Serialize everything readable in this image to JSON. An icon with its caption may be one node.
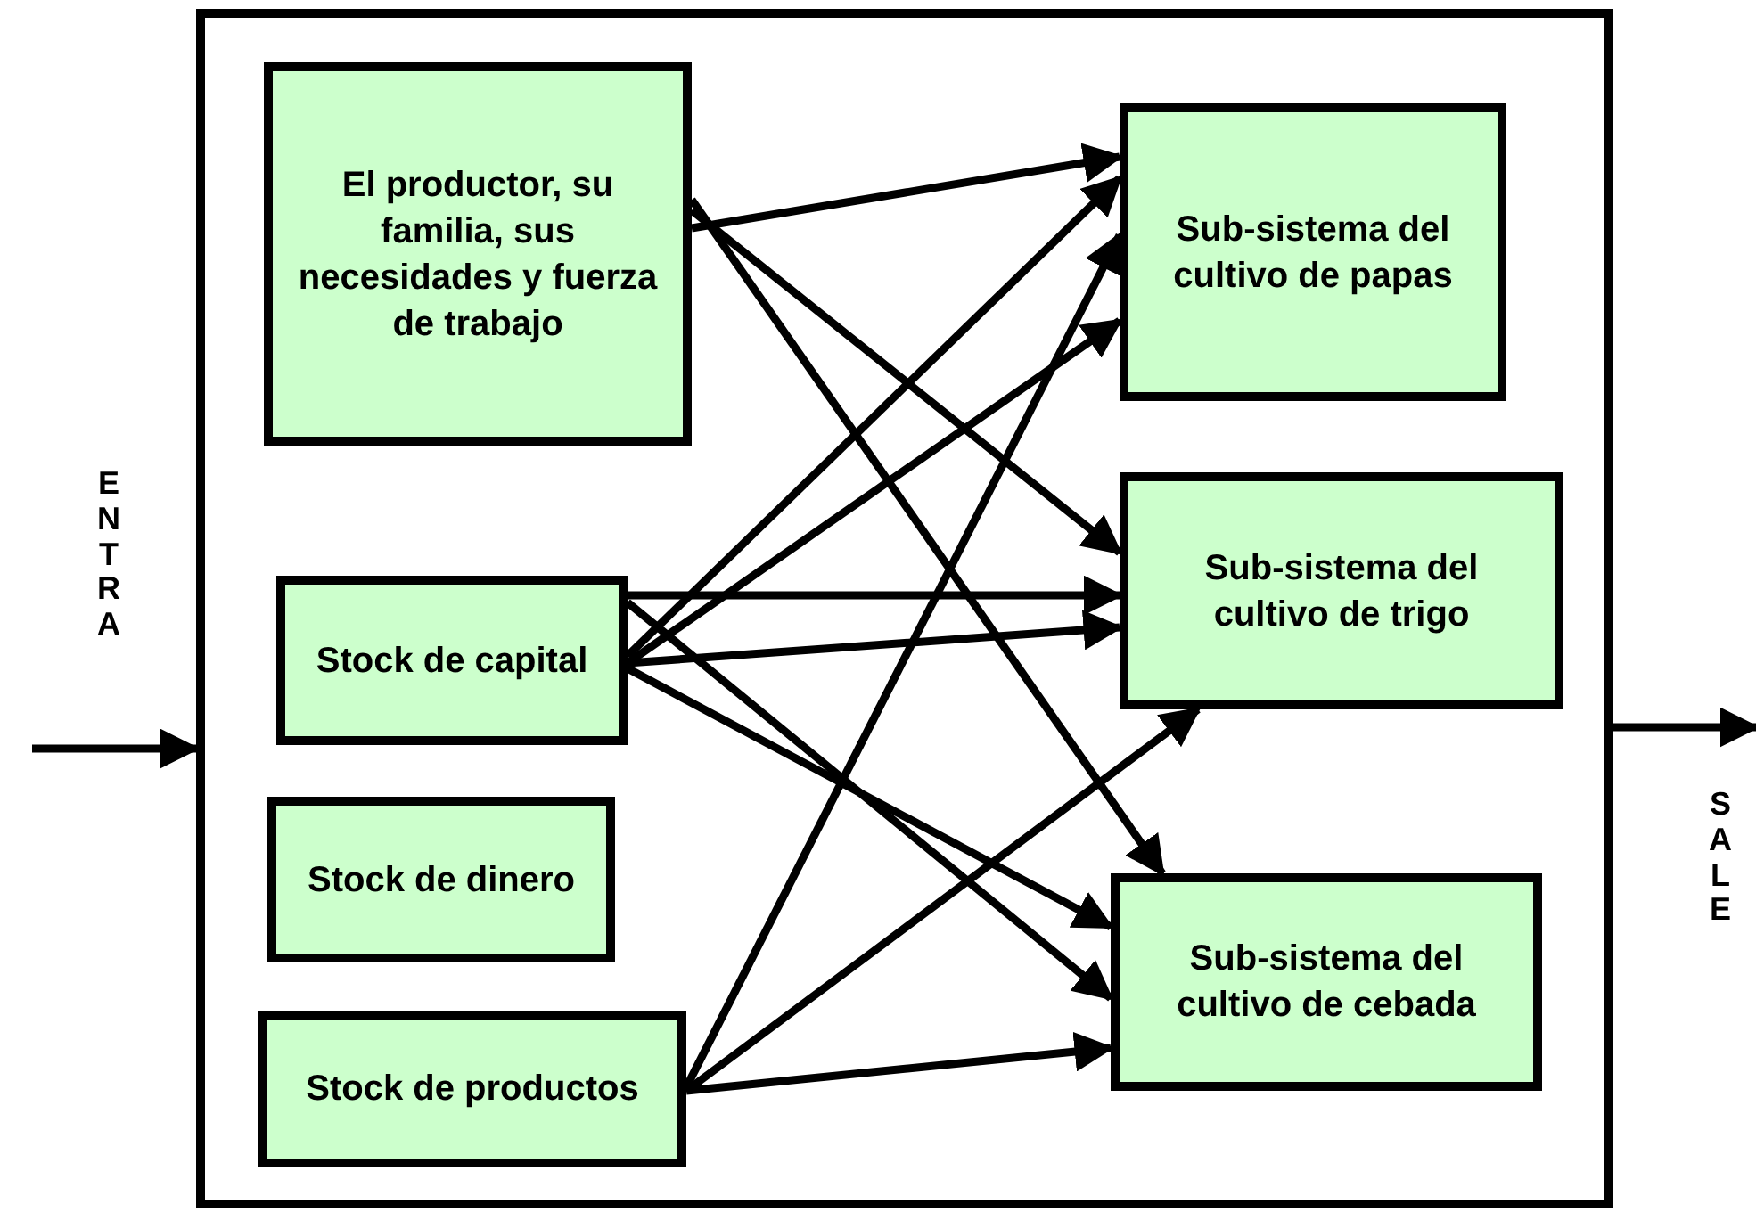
{
  "diagram": {
    "nodes": [
      {
        "text": [],
        "shape": "box"
      },
      {
        "text": [
          "El productor, su familia, sus necesidades y fuerza de trabajo"
        ],
        "in": 0
      },
      {
        "text": [
          "Stock de capital"
        ],
        "in": 0
      },
      {
        "text": [
          "Stock de dinero"
        ],
        "in": 0
      },
      {
        "text": [
          "Stock de productos"
        ],
        "in": 0
      },
      {
        "text": [
          "Sub-sistema del cultivo de papas"
        ],
        "in": 0
      },
      {
        "text": [
          "Sub-sistema del cultivo de trigo"
        ],
        "in": 0
      },
      {
        "text": [
          "Sub-sistema del cultivo de cebada"
        ],
        "in": 0
      }
    ],
    "edges": [
      {
        "from": 1,
        "to": 5,
        "arrow": "to"
      },
      {
        "from": 1,
        "to": 6,
        "arrow": "to"
      },
      {
        "from": 1,
        "to": 7,
        "arrow": "to"
      },
      {
        "from": 2,
        "to": 5,
        "arrow": "to"
      },
      {
        "from": 2,
        "to": 5,
        "arrow": "to"
      },
      {
        "from": 2,
        "to": 6,
        "arrow": "to"
      },
      {
        "from": 2,
        "to": 6,
        "arrow": "to"
      },
      {
        "from": 2,
        "to": 7,
        "arrow": "to"
      },
      {
        "from": 2,
        "to": 7,
        "arrow": "to"
      },
      {
        "from": 4,
        "to": 5,
        "arrow": "to"
      },
      {
        "from": 4,
        "to": 6,
        "arrow": "to"
      },
      {
        "from": 4,
        "to": 7,
        "arrow": "to"
      },
      {
        "from": null,
        "to": 0,
        "arrow": "to"
      },
      {
        "from": 0,
        "to": null,
        "arrow": "to"
      }
    ],
    "labels": [
      "ENTRA",
      "SALE"
    ]
  }
}
